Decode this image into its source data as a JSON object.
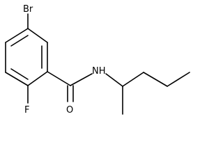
{
  "molecule": {
    "atoms": {
      "br": "Br",
      "f": "F",
      "o": "O",
      "nh": "NH"
    }
  }
}
